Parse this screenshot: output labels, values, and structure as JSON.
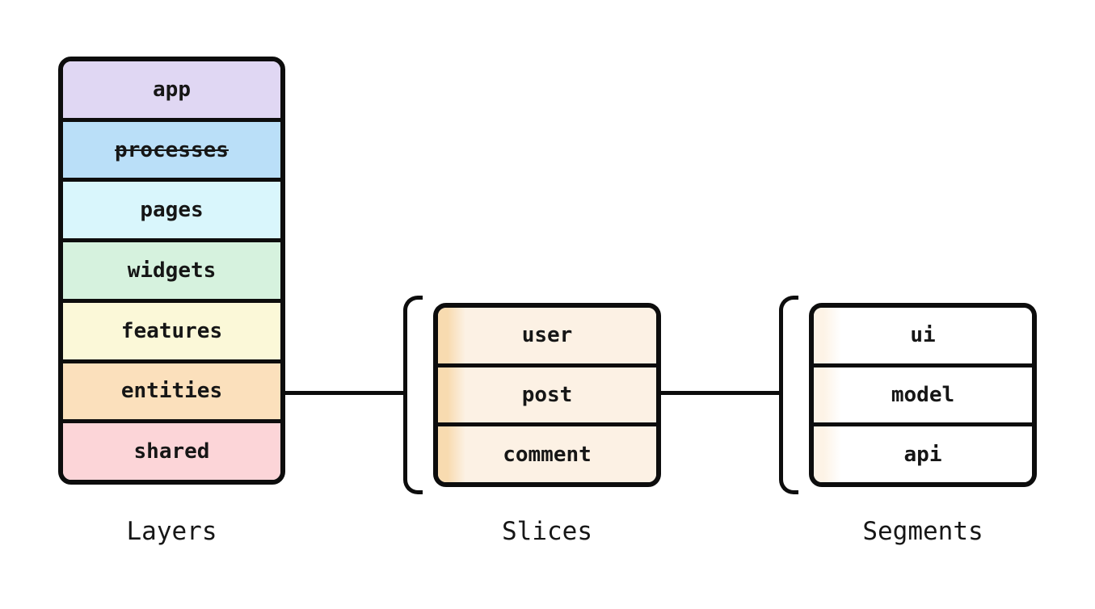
{
  "diagram": {
    "colors": {
      "stroke": "#0d0d0d",
      "text": "#161616",
      "background": "#ffffff"
    },
    "layers": {
      "caption": "Layers",
      "items": [
        {
          "label": "app",
          "color": "#e0d7f3",
          "strikethrough": false
        },
        {
          "label": "processes",
          "color": "#badff8",
          "strikethrough": true
        },
        {
          "label": "pages",
          "color": "#d9f6fc",
          "strikethrough": false
        },
        {
          "label": "widgets",
          "color": "#d6f2de",
          "strikethrough": false
        },
        {
          "label": "features",
          "color": "#fbf8d8",
          "strikethrough": false
        },
        {
          "label": "entities",
          "color": "#fbe0bc",
          "strikethrough": false
        },
        {
          "label": "shared",
          "color": "#fcd5d8",
          "strikethrough": false
        }
      ]
    },
    "slices": {
      "caption": "Slices",
      "cell_gradient_from": "#f8dbb0",
      "cell_gradient_to": "#fcf1e4",
      "items": [
        {
          "label": "user"
        },
        {
          "label": "post"
        },
        {
          "label": "comment"
        }
      ]
    },
    "segments": {
      "caption": "Segments",
      "cell_gradient_from": "#fdf3e6",
      "cell_gradient_to": "#ffffff",
      "items": [
        {
          "label": "ui"
        },
        {
          "label": "model"
        },
        {
          "label": "api"
        }
      ]
    }
  }
}
